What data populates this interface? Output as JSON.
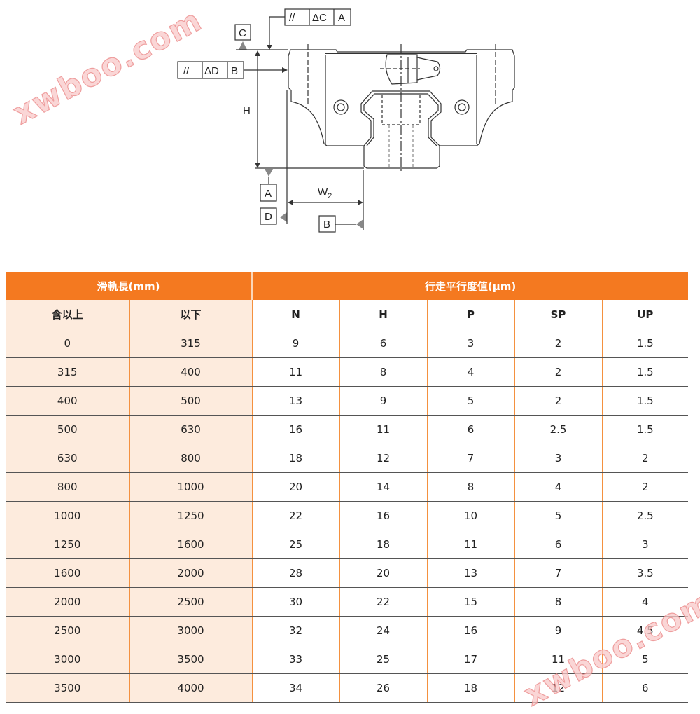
{
  "diagram": {
    "fcf_top": {
      "symbol": "//",
      "tolerance": "ΔC",
      "datum": "A"
    },
    "fcf_side": {
      "symbol": "//",
      "tolerance": "ΔD",
      "datum": "B"
    },
    "datum_labels": {
      "c": "C",
      "a": "A",
      "d": "D",
      "b": "B"
    },
    "dim_h": "H",
    "dim_w2": "W",
    "dim_w2_sub": "2"
  },
  "table": {
    "group_headers": [
      "滑軌長(mm)",
      "行走平行度值(μm)"
    ],
    "sub_headers": [
      "含以上",
      "以下",
      "N",
      "H",
      "P",
      "SP",
      "UP"
    ],
    "rows": [
      [
        "0",
        "315",
        "9",
        "6",
        "3",
        "2",
        "1.5"
      ],
      [
        "315",
        "400",
        "11",
        "8",
        "4",
        "2",
        "1.5"
      ],
      [
        "400",
        "500",
        "13",
        "9",
        "5",
        "2",
        "1.5"
      ],
      [
        "500",
        "630",
        "16",
        "11",
        "6",
        "2.5",
        "1.5"
      ],
      [
        "630",
        "800",
        "18",
        "12",
        "7",
        "3",
        "2"
      ],
      [
        "800",
        "1000",
        "20",
        "14",
        "8",
        "4",
        "2"
      ],
      [
        "1000",
        "1250",
        "22",
        "16",
        "10",
        "5",
        "2.5"
      ],
      [
        "1250",
        "1600",
        "25",
        "18",
        "11",
        "6",
        "3"
      ],
      [
        "1600",
        "2000",
        "28",
        "20",
        "13",
        "7",
        "3.5"
      ],
      [
        "2000",
        "2500",
        "30",
        "22",
        "15",
        "8",
        "4"
      ],
      [
        "2500",
        "3000",
        "32",
        "24",
        "16",
        "9",
        "4.5"
      ],
      [
        "3000",
        "3500",
        "33",
        "25",
        "17",
        "11",
        "5"
      ],
      [
        "3500",
        "4000",
        "34",
        "26",
        "18",
        "12",
        "6"
      ]
    ]
  },
  "colors": {
    "header_orange": "#F47920",
    "left_cell_bg": "#FDEBDD",
    "grid_orange": "#F4913F"
  },
  "watermark": "xwboo.com"
}
